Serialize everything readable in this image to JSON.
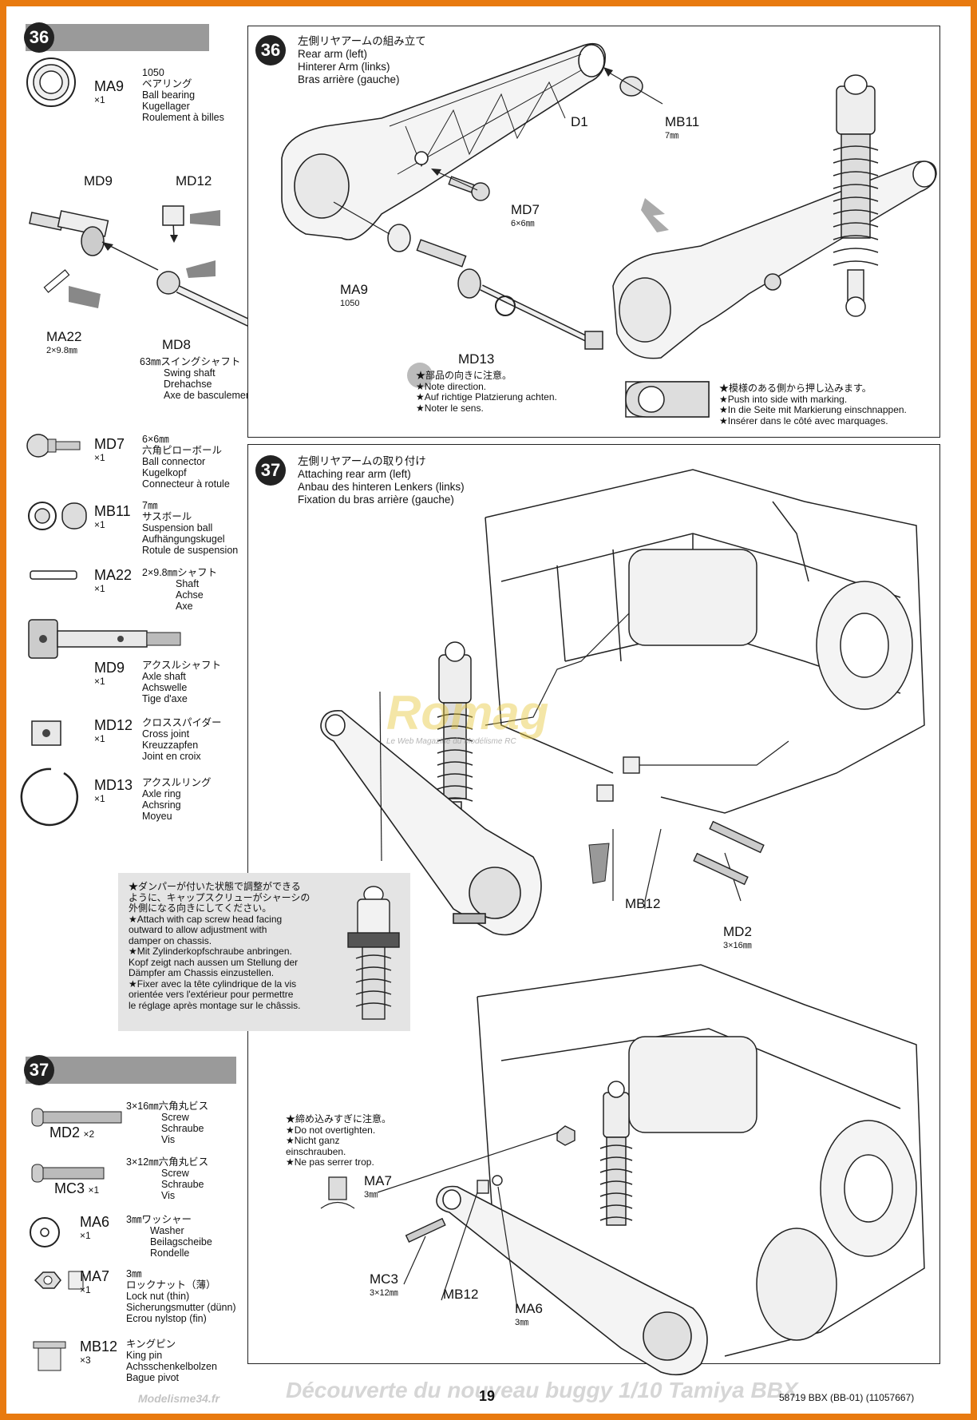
{
  "page_number": "19",
  "footer_code": "58719 BBX (BB-01) (11057667)",
  "watermark_bottom": "Découverte du nouveau buggy 1/10 Tamiya BBX",
  "watermark_logo": "Romag",
  "watermark_sub": "Le Web Magazine du Modélisme RC",
  "watermark_site": "Modelisme34.fr",
  "step36": {
    "number": "36",
    "title_jp": "左側リヤアームの組み立て",
    "title_en": "Rear arm (left)",
    "title_de": "Hinterer Arm (links)",
    "title_fr": "Bras arrière (gauche)",
    "labels": {
      "md9": "MD9",
      "md12": "MD12",
      "ma22": "MA22",
      "ma22_size": "2×9.8㎜",
      "md8": "MD8",
      "md8_jp": "63㎜スイングシャフト",
      "md8_en": "Swing shaft",
      "md8_de": "Drehachse",
      "md8_fr": "Axe de basculement",
      "d1": "D1",
      "mb11": "MB11",
      "mb11_size": "7㎜",
      "md7": "MD7",
      "md7_size": "6×6㎜",
      "ma9": "MA9",
      "ma9_size": "1050",
      "md13": "MD13"
    },
    "note_dir": [
      "★部品の向きに注意。",
      "★Note direction.",
      "★Auf richtige Platzierung achten.",
      "★Noter le sens."
    ],
    "note_push": [
      "★模様のある側から押し込みます。",
      "★Push into side with marking.",
      "★In die Seite mit Markierung einschnappen.",
      "★Insérer dans le côté avec marquages."
    ]
  },
  "step37": {
    "number": "37",
    "title_jp": "左側リヤアームの取り付け",
    "title_en": "Attaching rear arm (left)",
    "title_de": "Anbau des hinteren Lenkers (links)",
    "title_fr": "Fixation du bras arrière (gauche)",
    "labels": {
      "mb12": "MB12",
      "md2": "MD2",
      "md2_size": "3×16㎜",
      "ma7": "MA7",
      "ma7_size": "3㎜",
      "mc3": "MC3",
      "mc3_size": "3×12㎜",
      "mb12b": "MB12",
      "ma6": "MA6",
      "ma6_size": "3㎜"
    },
    "note_damper": [
      "★ダンパーが付いた状態で調整ができる",
      "ように、キャップスクリューがシャーシの",
      "外側になる向きにしてください。",
      "★Attach with cap screw head facing",
      "outward to allow adjustment with",
      "damper on chassis.",
      "★Mit Zylinderkopfschraube anbringen.",
      "Kopf zeigt nach aussen um Stellung der",
      "Dämpfer am Chassis einzustellen.",
      "★Fixer avec la tête cylindrique de la vis",
      "orientée vers l'extérieur pour permettre",
      "le réglage après montage sur le châssis."
    ],
    "note_tight": [
      "★締め込みすぎに注意。",
      "★Do not overtighten.",
      "★Nicht ganz",
      "einschrauben.",
      "★Ne pas serrer trop."
    ]
  },
  "parts36": [
    {
      "code": "MA9",
      "qty": "×1",
      "lines": [
        "1050",
        "ベアリング",
        "Ball bearing",
        "Kugellager",
        "Roulement à billes"
      ]
    },
    {
      "code": "MD7",
      "qty": "×1",
      "lines": [
        "6×6㎜",
        "六角ピローボール",
        "Ball connector",
        "Kugelkopf",
        "Connecteur à rotule"
      ]
    },
    {
      "code": "MB11",
      "qty": "×1",
      "lines": [
        "7㎜",
        "サスボール",
        "Suspension ball",
        "Aufhängungskugel",
        "Rotule de suspension"
      ]
    },
    {
      "code": "MA22",
      "qty": "×1",
      "lines": [
        "2×9.8㎜シャフト",
        "Shaft",
        "Achse",
        "Axe"
      ]
    },
    {
      "code": "MD9",
      "qty": "×1",
      "lines": [
        "アクスルシャフト",
        "Axle shaft",
        "Achswelle",
        "Tige d'axe"
      ]
    },
    {
      "code": "MD12",
      "qty": "×1",
      "lines": [
        "クロススパイダー",
        "Cross joint",
        "Kreuzzapfen",
        "Joint en croix"
      ]
    },
    {
      "code": "MD13",
      "qty": "×1",
      "lines": [
        "アクスルリング",
        "Axle ring",
        "Achsring",
        "Moyeu"
      ]
    }
  ],
  "parts37": [
    {
      "code": "MD2",
      "qty": "×2",
      "lines": [
        "3×16㎜六角丸ビス",
        "Screw",
        "Schraube",
        "Vis"
      ]
    },
    {
      "code": "MC3",
      "qty": "×1",
      "lines": [
        "3×12㎜六角丸ビス",
        "Screw",
        "Schraube",
        "Vis"
      ]
    },
    {
      "code": "MA6",
      "qty": "×1",
      "lines": [
        "3㎜ワッシャー",
        "Washer",
        "Beilagscheibe",
        "Rondelle"
      ]
    },
    {
      "code": "MA7",
      "qty": "×1",
      "lines": [
        "3㎜",
        "ロックナット（薄）",
        "Lock nut (thin)",
        "Sicherungsmutter (dünn)",
        "Ecrou nylstop (fin)"
      ]
    },
    {
      "code": "MB12",
      "qty": "×3",
      "lines": [
        "キングピン",
        "King pin",
        "Achsschenkelbolzen",
        "Bague pivot"
      ]
    }
  ]
}
